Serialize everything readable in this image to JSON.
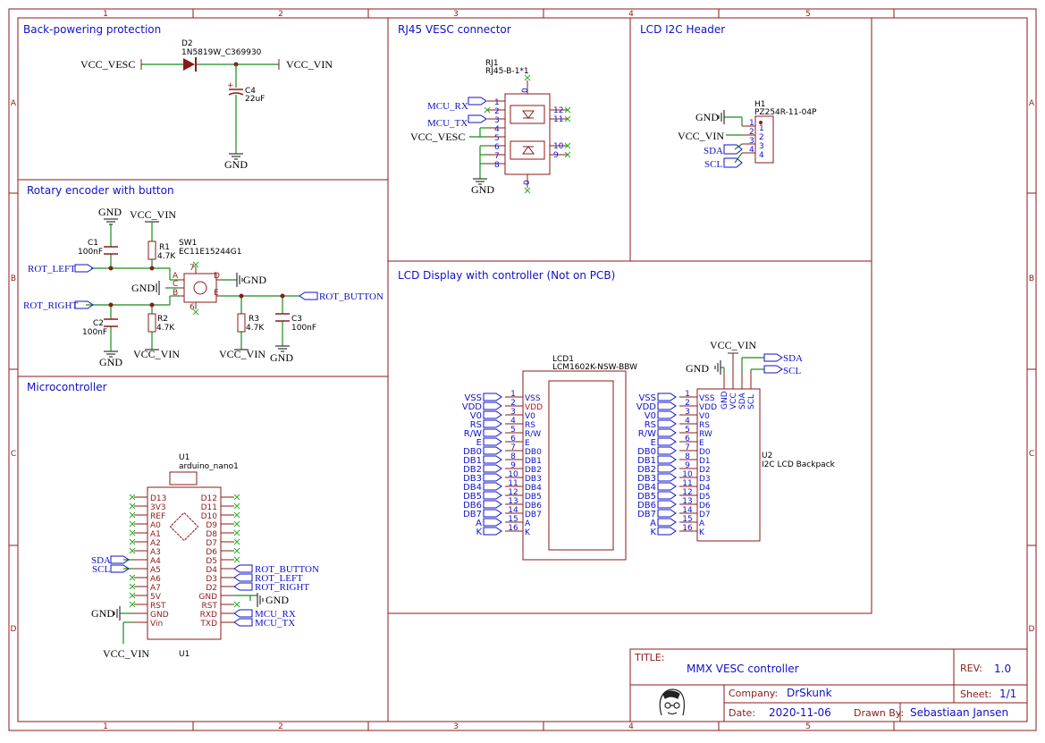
{
  "grid": {
    "cols": [
      "1",
      "2",
      "3",
      "4",
      "5"
    ],
    "rows": [
      "A",
      "B",
      "C",
      "D"
    ]
  },
  "sections": {
    "backpower": "Back-powering protection",
    "rj45": "RJ45 VESC connector",
    "lcd_header": "LCD I2C Header",
    "rotary": "Rotary encoder with button",
    "lcd_display": "LCD Display with controller (Not on PCB)",
    "mcu": "Microcontroller"
  },
  "backpower": {
    "d2_ref": "D2",
    "d2_val": "1N5819W_C369930",
    "c4_ref": "C4",
    "c4_val": "22uF",
    "net_left": "VCC_VESC",
    "net_right": "VCC_VIN",
    "gnd": "GND"
  },
  "rj45": {
    "ref": "RJ1",
    "val": "RJ45-B-1*1",
    "net_rx": "MCU_RX",
    "net_tx": "MCU_TX",
    "net_vesc": "VCC_VESC",
    "gnd": "GND",
    "pins_left": [
      "1",
      "2",
      "3",
      "4",
      "5",
      "6",
      "7",
      "8"
    ],
    "pins_right": [
      "12",
      "11",
      "10",
      "9"
    ],
    "shield_top": "0",
    "shield_bottom": "0"
  },
  "header": {
    "ref": "H1",
    "val": "PZ254R-11-04P",
    "net_gnd": "GND",
    "net_vin": "VCC_VIN",
    "net_sda": "SDA",
    "net_scl": "SCL",
    "pins": [
      "1",
      "2",
      "3",
      "4"
    ]
  },
  "rotary": {
    "gnd_top": "GND",
    "vin_top": "VCC_VIN",
    "c1_ref": "C1",
    "c1_val": "100nF",
    "r1_ref": "R1",
    "r1_val": "4.7K",
    "sw_ref": "SW1",
    "sw_val": "EC11E15244G1",
    "net_rot_left": "ROT_LEFT",
    "net_rot_right": "ROT_RIGHT",
    "net_rot_button": "ROT_BUTTON",
    "gnd_left": "GND",
    "gnd_right": "GND",
    "c2_ref": "C2",
    "c2_val": "100nF",
    "r2_ref": "R2",
    "r2_val": "4.7K",
    "r3_ref": "R3",
    "r3_val": "4.7K",
    "c3_ref": "C3",
    "c3_val": "100nF",
    "gnd_bottom_left": "GND",
    "vin_bottom_left": "VCC_VIN",
    "vin_bottom_right": "VCC_VIN",
    "gnd_bottom_right": "GND",
    "sw_pins": {
      "a": "A",
      "b": "B",
      "c": "C",
      "d": "D",
      "e": "E",
      "p7": "7",
      "p6": "6"
    }
  },
  "lcd1": {
    "ref": "LCD1",
    "val": "LCM1602K-NSW-BBW",
    "nets": [
      "VSS",
      "VDD",
      "V0",
      "RS",
      "R/W",
      "E",
      "DB0",
      "DB1",
      "DB2",
      "DB3",
      "DB4",
      "DB5",
      "DB6",
      "DB7",
      "A",
      "K"
    ],
    "pin_nums": [
      "1",
      "2",
      "3",
      "4",
      "5",
      "6",
      "7",
      "8",
      "9",
      "10",
      "11",
      "12",
      "13",
      "14",
      "15",
      "16"
    ],
    "pin_names": [
      "VSS",
      "VDD",
      "V0",
      "RS",
      "R/W",
      "E",
      "DB0",
      "DB1",
      "DB2",
      "DB3",
      "DB4",
      "DB5",
      "DB6",
      "DB7",
      "A",
      "K"
    ]
  },
  "u2": {
    "ref": "U2",
    "val": "I2C LCD Backpack",
    "nets": [
      "VSS",
      "VDD",
      "V0",
      "RS",
      "R/W",
      "E",
      "DB0",
      "DB1",
      "DB2",
      "DB3",
      "DB4",
      "DB5",
      "DB6",
      "DB7",
      "A",
      "K"
    ],
    "pin_nums": [
      "1",
      "2",
      "3",
      "4",
      "5",
      "6",
      "7",
      "8",
      "9",
      "10",
      "11",
      "12",
      "13",
      "14",
      "15",
      "16"
    ],
    "pin_names": [
      "VSS",
      "VDD",
      "V0",
      "RS",
      "RW",
      "E",
      "D0",
      "D1",
      "D2",
      "D3",
      "D4",
      "D5",
      "D6",
      "D7",
      "A",
      "K"
    ],
    "top_pins": [
      "GND",
      "VCC",
      "SDA",
      "SCL"
    ],
    "net_vin": "VCC_VIN",
    "net_gnd": "GND",
    "net_sda": "SDA",
    "net_scl": "SCL"
  },
  "mcu": {
    "ref": "U1",
    "val": "arduino_nano1",
    "ref_bottom": "U1",
    "left_pins": [
      "D13",
      "3V3",
      "REF",
      "A0",
      "A1",
      "A2",
      "A3",
      "A4",
      "A5",
      "A6",
      "A7",
      "5V",
      "RST",
      "GND",
      "Vin"
    ],
    "right_pins": [
      "D12",
      "D11",
      "D10",
      "D9",
      "D8",
      "D7",
      "D6",
      "D5",
      "D4",
      "D3",
      "D2",
      "GND",
      "RST",
      "RXD",
      "TXD"
    ],
    "net_sda": "SDA",
    "net_scl": "SCL",
    "net_gnd": "GND",
    "net_vin": "VCC_VIN",
    "net_rot_button": "ROT_BUTTON",
    "net_rot_left": "ROT_LEFT",
    "net_rot_right": "ROT_RIGHT",
    "net_gnd_right": "GND",
    "net_rx": "MCU_RX",
    "net_tx": "MCU_TX"
  },
  "title_block": {
    "title_label": "TITLE:",
    "title": "MMX VESC controller",
    "rev_label": "REV:",
    "rev": "1.0",
    "company_label": "Company:",
    "company": "DrSkunk",
    "sheet_label": "Sheet:",
    "sheet": "1/1",
    "date_label": "Date:",
    "date": "2020-11-06",
    "drawn_label": "Drawn By:",
    "drawn": "Sebastiaan Jansen"
  }
}
